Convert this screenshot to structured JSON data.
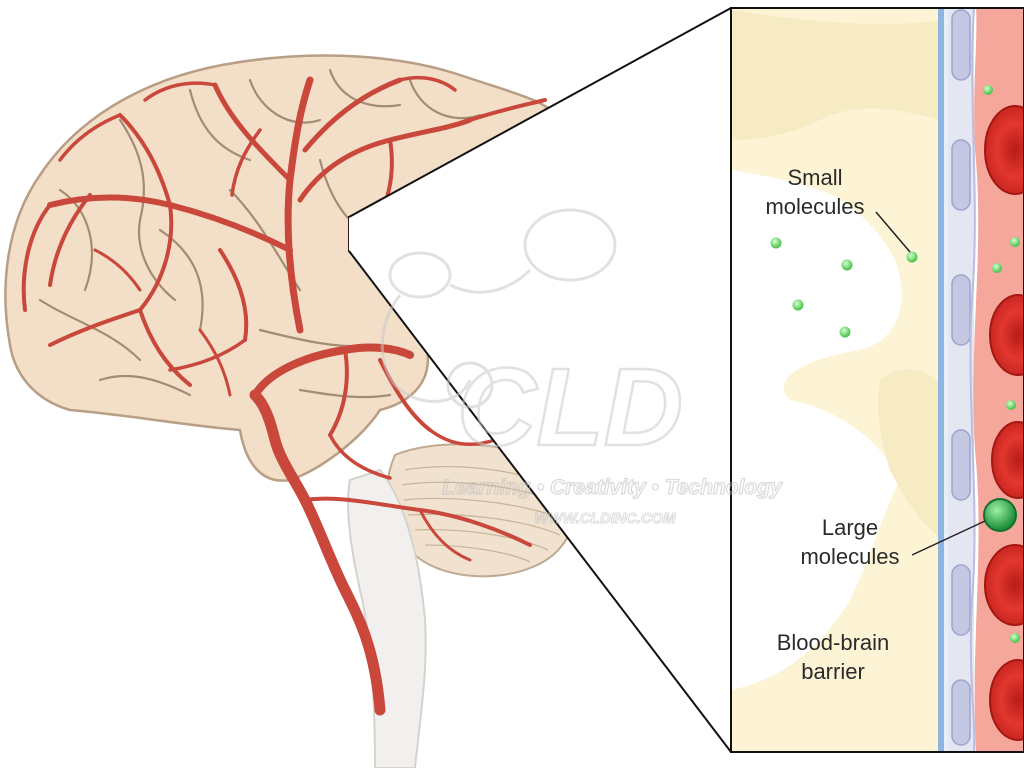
{
  "labels": {
    "small_molecules_line1": "Small",
    "small_molecules_line2": "molecules",
    "large_molecules_line1": "Large",
    "large_molecules_line2": "molecules",
    "bbb_line1": "Blood-brain",
    "bbb_line2": "barrier"
  },
  "watermark": {
    "logo_text": "CLD",
    "tagline": "Learning • Creativity • Technology",
    "url": "WWW.CLDINC.COM"
  },
  "colors": {
    "vessel_red": "#c9473b",
    "brain_tissue": "#f3dfc8",
    "blood_plasma": "#f6a79b",
    "endothelium": "#cfd3ea",
    "small_molecule": "#6fd46b",
    "large_molecule": "#1f9b3e",
    "red_blood_cell": "#d82a24"
  },
  "icons": [
    "brain-illustration",
    "artery",
    "red-blood-cell",
    "small-molecule",
    "large-molecule",
    "endothelial-cell"
  ]
}
